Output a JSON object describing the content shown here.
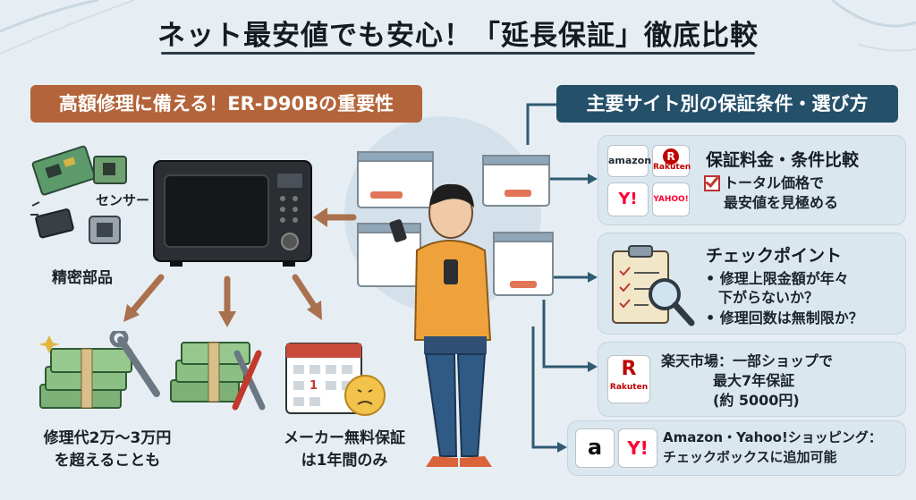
{
  "title": "ネット最安値でも安心！「延長保証」徹底比較",
  "left_header": "高額修理に備える！ER-D90Bの重要性",
  "right_header": "主要サイト別の保証条件・選び方",
  "sensor_label": "センサー",
  "parts_label": "精密部品",
  "cost_caption": [
    "修理代2万〜3万円",
    "を超えることも"
  ],
  "warranty_caption": [
    "メーカー無料保証",
    "は1年間のみ"
  ],
  "calendar_mark": "1",
  "card1": {
    "title": "保証料金・条件比較",
    "lines": [
      "トータル価格で",
      "最安値を見極める"
    ],
    "logos": [
      "amazon",
      "Rakuten",
      "Y!",
      "YAHOO!"
    ]
  },
  "card2": {
    "title": "チェックポイント",
    "bullets": [
      [
        "修理上限金額が年々",
        "下がらないか？"
      ],
      [
        "修理回数は無制限か？"
      ]
    ]
  },
  "card3": {
    "lines": [
      "楽天市場：一部ショップで",
      "最大7年保証",
      "(約 5000円)"
    ],
    "logo_mark": "R",
    "logo_text": "Rakuten"
  },
  "card4": {
    "lines": [
      "Amazon・Yahoo!ショッピング：",
      "チェックボックスに追加可能"
    ],
    "logos": [
      "a",
      "Y!"
    ]
  },
  "colors": {
    "brown": "#b3643a",
    "navy": "#24506a",
    "arrow_brown": "#a9714d",
    "arrow_navy": "#2f5a72"
  }
}
